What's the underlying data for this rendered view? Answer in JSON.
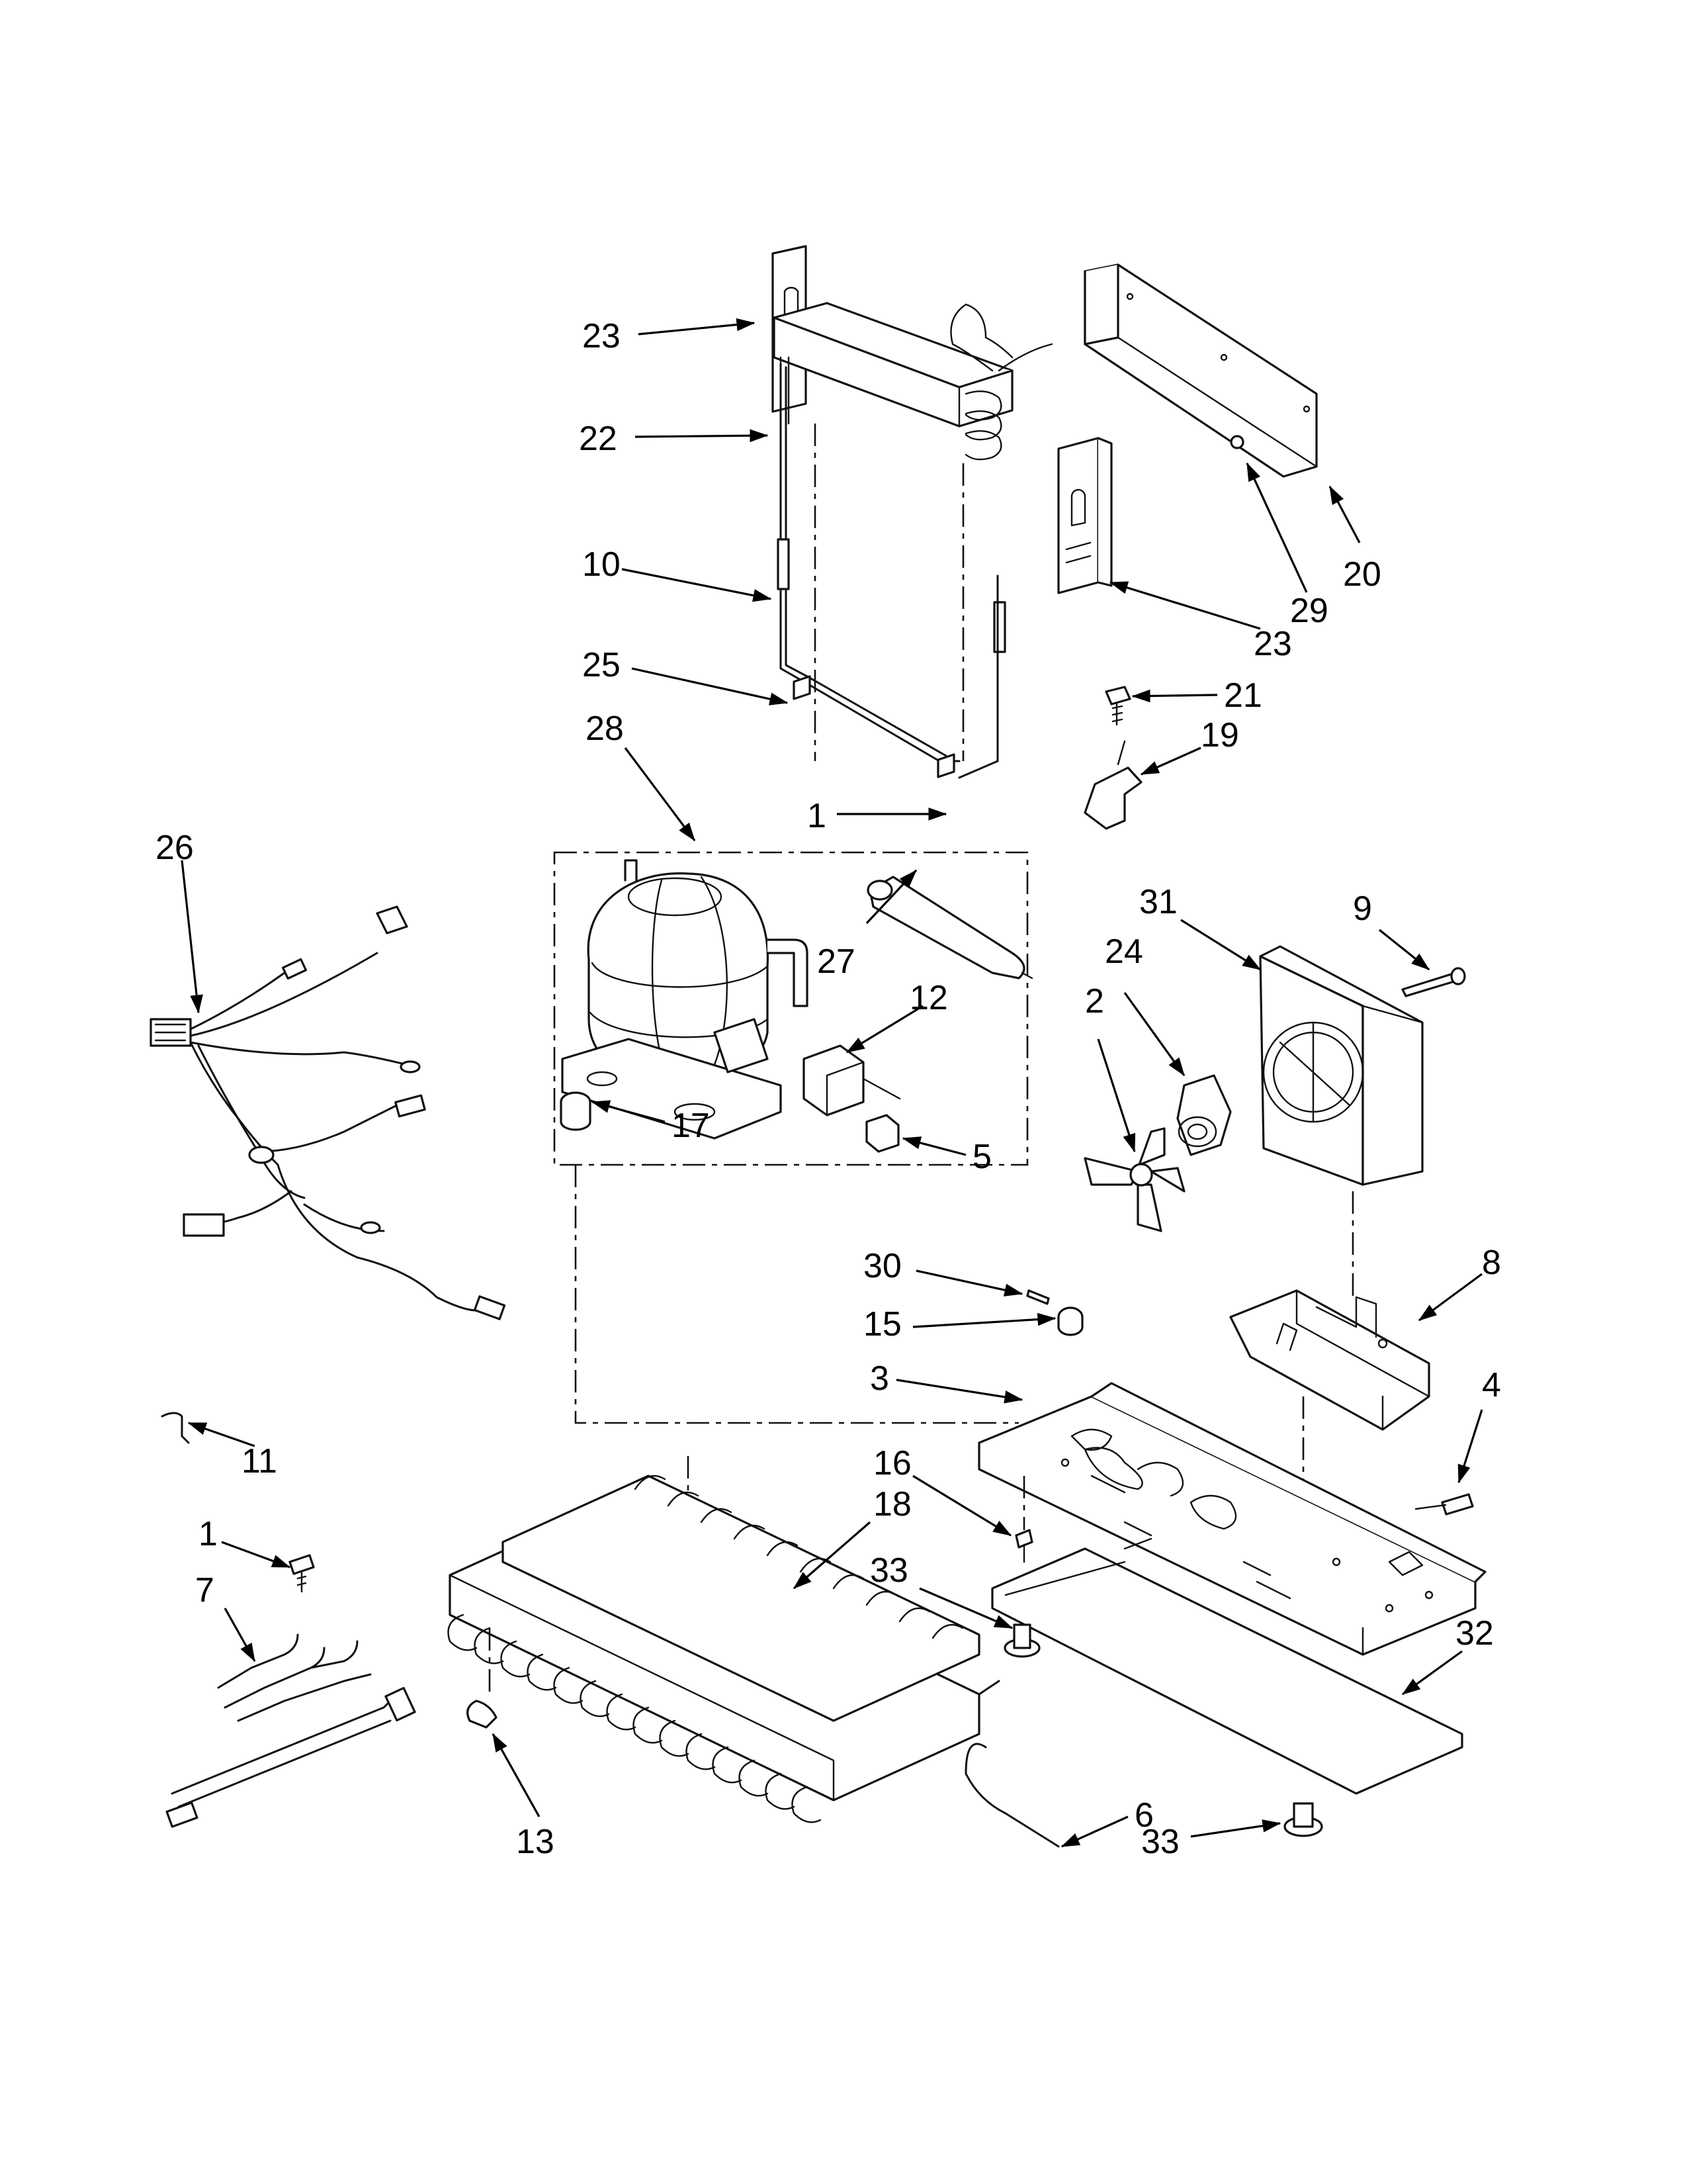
{
  "diagram": {
    "parts": [
      {
        "key": "compressor",
        "icon": "compressor-icon"
      },
      {
        "key": "evaporator",
        "icon": "evaporator-coil-icon"
      },
      {
        "key": "condenser",
        "icon": "condenser-coil-icon"
      },
      {
        "key": "wiring-harness",
        "icon": "wire-harness-icon"
      },
      {
        "key": "fan-assembly",
        "icon": "fan-icon"
      }
    ],
    "callouts": [
      {
        "label": "23",
        "name": "callout-23-top"
      },
      {
        "label": "22",
        "name": "callout-22"
      },
      {
        "label": "10",
        "name": "callout-10"
      },
      {
        "label": "25",
        "name": "callout-25"
      },
      {
        "label": "28",
        "name": "callout-28"
      },
      {
        "label": "20",
        "name": "callout-20"
      },
      {
        "label": "29",
        "name": "callout-29"
      },
      {
        "label": "23",
        "name": "callout-23-right"
      },
      {
        "label": "21",
        "name": "callout-21"
      },
      {
        "label": "19",
        "name": "callout-19"
      },
      {
        "label": "1",
        "name": "callout-1-top"
      },
      {
        "label": "26",
        "name": "callout-26"
      },
      {
        "label": "27",
        "name": "callout-27"
      },
      {
        "label": "12",
        "name": "callout-12"
      },
      {
        "label": "17",
        "name": "callout-17"
      },
      {
        "label": "5",
        "name": "callout-5"
      },
      {
        "label": "31",
        "name": "callout-31"
      },
      {
        "label": "9",
        "name": "callout-9"
      },
      {
        "label": "24",
        "name": "callout-24"
      },
      {
        "label": "2",
        "name": "callout-2"
      },
      {
        "label": "8",
        "name": "callout-8"
      },
      {
        "label": "30",
        "name": "callout-30"
      },
      {
        "label": "15",
        "name": "callout-15"
      },
      {
        "label": "3",
        "name": "callout-3"
      },
      {
        "label": "4",
        "name": "callout-4"
      },
      {
        "label": "11",
        "name": "callout-11"
      },
      {
        "label": "16",
        "name": "callout-16"
      },
      {
        "label": "18",
        "name": "callout-18"
      },
      {
        "label": "1",
        "name": "callout-1-bottom"
      },
      {
        "label": "33",
        "name": "callout-33-top"
      },
      {
        "label": "7",
        "name": "callout-7"
      },
      {
        "label": "32",
        "name": "callout-32"
      },
      {
        "label": "13",
        "name": "callout-13"
      },
      {
        "label": "6",
        "name": "callout-6"
      },
      {
        "label": "33",
        "name": "callout-33-bottom"
      }
    ]
  }
}
